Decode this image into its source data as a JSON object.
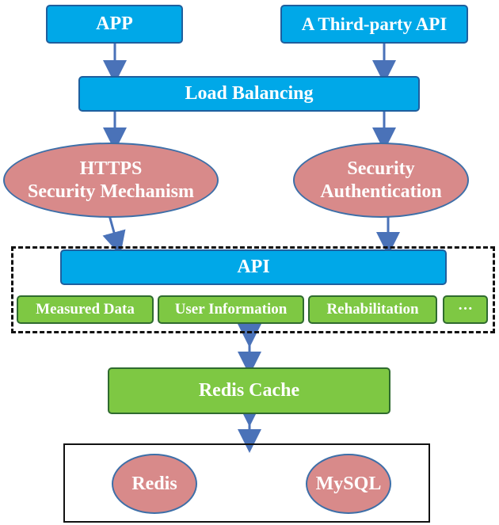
{
  "nodes": {
    "app": "APP",
    "third_party_api": "A Third-party API",
    "load_balancing": "Load Balancing",
    "https_line1": "HTTPS",
    "https_line2": "Security Mechanism",
    "auth_line1": "Security",
    "auth_line2": "Authentication",
    "api": "API",
    "measured_data": "Measured Data",
    "user_information": "User Information",
    "rehabilitation": "Rehabilitation",
    "more": "···",
    "redis_cache": "Redis Cache",
    "redis": "Redis",
    "mysql": "MySQL"
  },
  "colors": {
    "blue_box": "#00a8e8",
    "green_box": "#7ec843",
    "ellipse_fill": "#d88a8a",
    "arrow": "#4a72b8"
  }
}
